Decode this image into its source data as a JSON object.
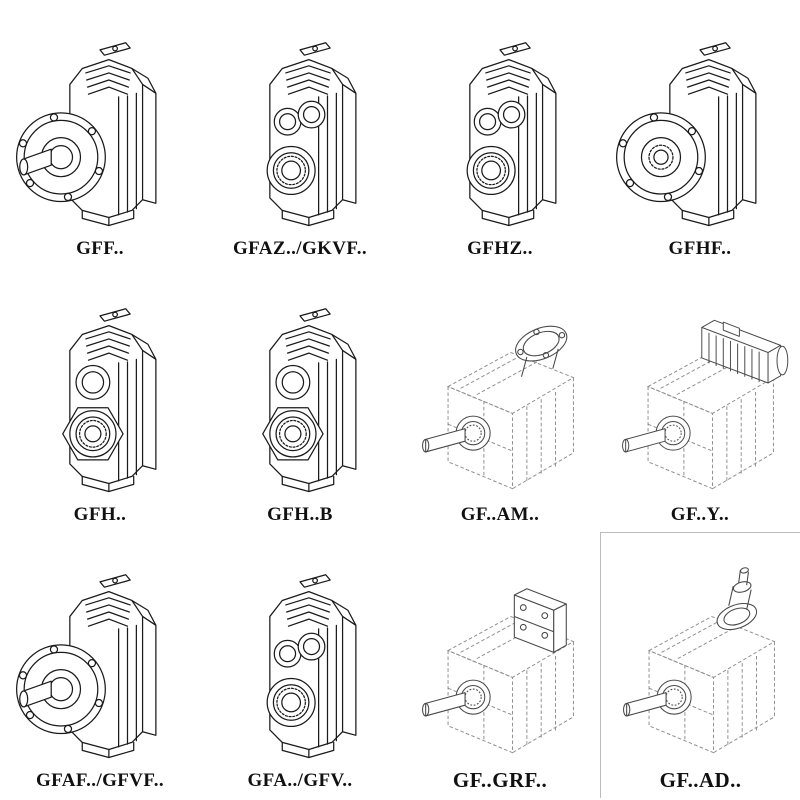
{
  "page": {
    "background_color": "#ffffff",
    "line_color": "#1a1a1a",
    "dashed_line_color": "#8f8f8f"
  },
  "catalog": {
    "items": [
      {
        "label": "GFF..",
        "drawing": "gearbox-flange-solid-shaft",
        "style": "solid"
      },
      {
        "label": "GFAZ../GKVF..",
        "drawing": "gearbox-hollow-shaft",
        "style": "solid"
      },
      {
        "label": "GFHZ..",
        "drawing": "gearbox-hollow-shaft",
        "style": "solid"
      },
      {
        "label": "GFHF..",
        "drawing": "gearbox-flange-hollow-shaft",
        "style": "solid"
      },
      {
        "label": "GFH..",
        "drawing": "gearbox-shaft-mounted",
        "style": "solid"
      },
      {
        "label": "GFH..B",
        "drawing": "gearbox-shaft-mounted-foot",
        "style": "solid"
      },
      {
        "label": "GF..AM..",
        "drawing": "gearbox-iec-adapter-flange",
        "style": "dashed"
      },
      {
        "label": "GF..Y..",
        "drawing": "gearbox-with-motor",
        "style": "dashed"
      },
      {
        "label": "GFAF../GFVF..",
        "drawing": "gearbox-flange-solid-shaft",
        "style": "solid"
      },
      {
        "label": "GFA../GFV..",
        "drawing": "gearbox-hollow-shaft",
        "style": "solid"
      },
      {
        "label": "GF..GRF..",
        "drawing": "gearbox-servo-adapter",
        "style": "dashed"
      },
      {
        "label": "GF..AD..",
        "drawing": "gearbox-input-shaft-adapter",
        "style": "dashed"
      }
    ]
  }
}
